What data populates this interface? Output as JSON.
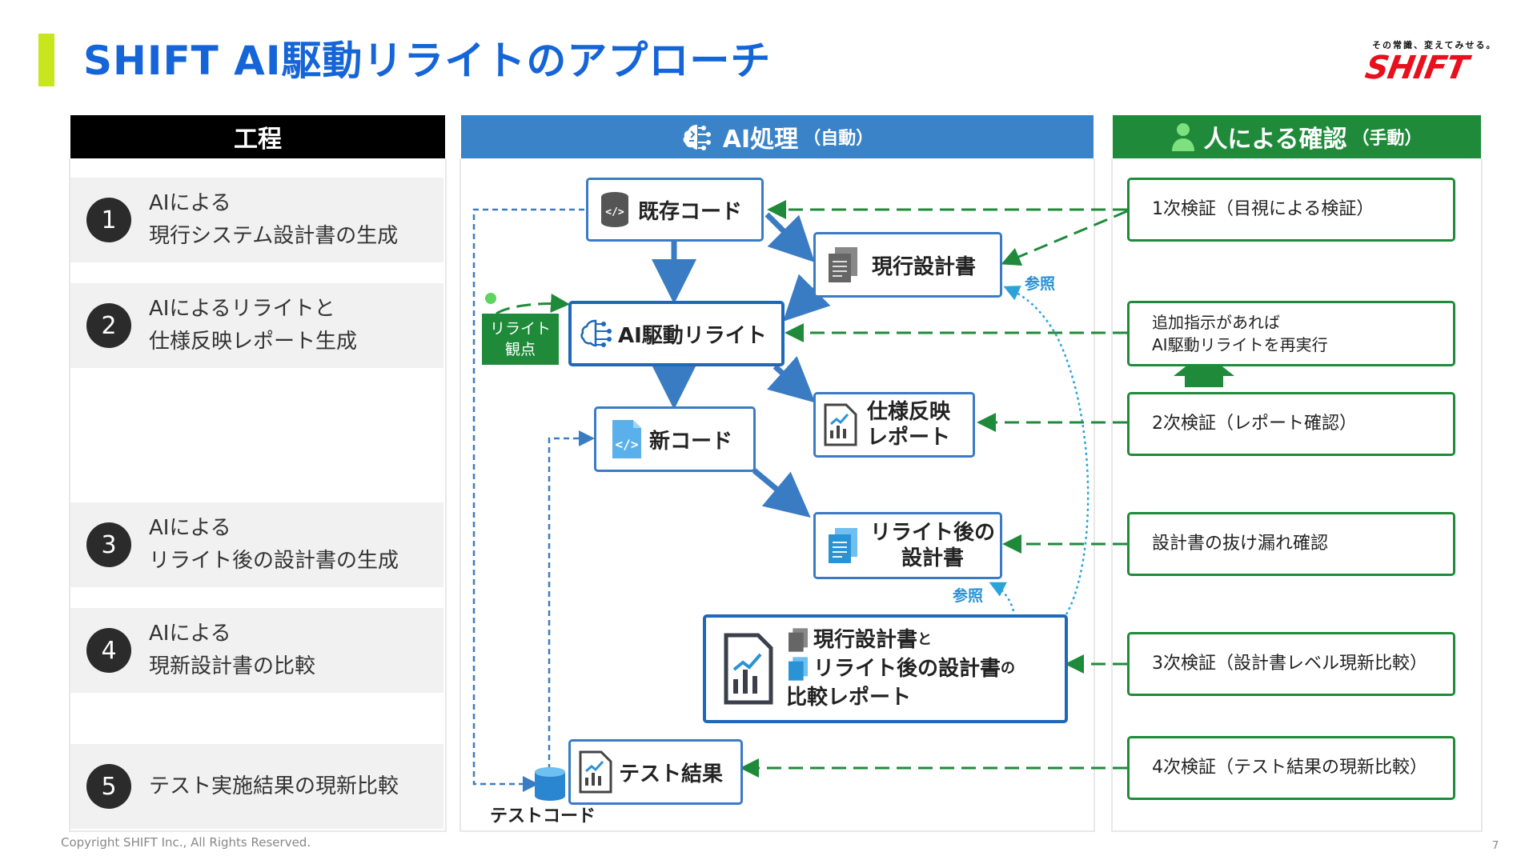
{
  "title": "SHIFT AI駆動リライトのアプローチ",
  "logo": {
    "tagline": "その常識、変えてみせる。",
    "brand": "SHIFT"
  },
  "columns": {
    "process": {
      "label": "工程"
    },
    "ai": {
      "label": "AI処理",
      "sub": "（自動）"
    },
    "human": {
      "label": "人による確認",
      "sub": "（手動）"
    }
  },
  "steps": [
    {
      "num": "1",
      "text": "AIによる\n現行システム設計書の生成"
    },
    {
      "num": "2",
      "text": "AIによるリライトと\n仕様反映レポート生成"
    },
    {
      "num": "3",
      "text": "AIによる\nリライト後の設計書の生成"
    },
    {
      "num": "4",
      "text": "AIによる\n現新設計書の比較"
    },
    {
      "num": "5",
      "text": "テスト実施結果の現新比較"
    }
  ],
  "nodes": {
    "existing_code": "既存コード",
    "current_design": "現行設計書",
    "ai_rewrite": "AI駆動リライト",
    "rewrite_view_line1": "リライト",
    "rewrite_view_line2": "観点",
    "new_code": "新コード",
    "spec_report_line1": "仕様反映",
    "spec_report_line2": "レポート",
    "rewritten_design_line1": "リライト後の",
    "rewritten_design_line2": "設計書",
    "compare_line1": "現行設計書",
    "compare_line1_suffix": "と",
    "compare_line2": "リライト後の設計書",
    "compare_line2_suffix": "の",
    "compare_line3": "比較レポート",
    "test_result": "テスト結果",
    "test_code": "テストコード",
    "ref1": "参照",
    "ref2": "参照"
  },
  "checks": [
    "1次検証（目視による検証）",
    "追加指示があれば\nAI駆動リライトを再実行",
    "2次検証（レポート確認）",
    "設計書の抜け漏れ確認",
    "3次検証（設計書レベル現新比較）",
    "4次検証（テスト結果の現新比較）"
  ],
  "footer": "Copyright SHIFT Inc., All Rights Reserved.",
  "page_number": "7",
  "colors": {
    "accent_blue": "#1565d8",
    "ai_header": "#3a83c9",
    "human_header": "#1f8b3a",
    "brand_red": "#e8101c",
    "title_bar": "#c8e61e"
  }
}
